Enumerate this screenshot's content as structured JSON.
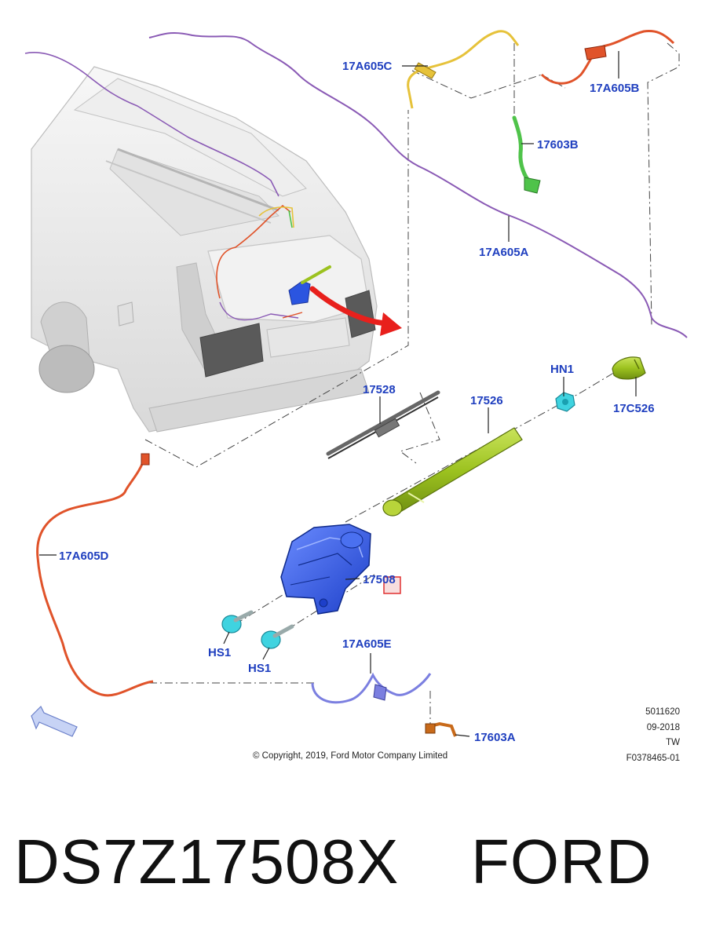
{
  "diagram": {
    "callouts": {
      "c_17a605c": "17A605C",
      "c_17a605b": "17A605B",
      "c_17603b": "17603B",
      "c_17a605a": "17A605A",
      "c_hn1": "HN1",
      "c_17528": "17528",
      "c_17526": "17526",
      "c_17c526": "17C526",
      "c_17a605d": "17A605D",
      "c_17508": "17508",
      "c_hs1_a": "HS1",
      "c_hs1_b": "HS1",
      "c_17a605e": "17A605E",
      "c_17603a": "17603A"
    },
    "meta": {
      "code": "5011620",
      "date": "09-2018",
      "initials": "TW",
      "figure_id": "F0378465-01"
    },
    "copyright": "© Copyright, 2019, Ford Motor Company Limited"
  },
  "caption": {
    "part_number": "DS7Z17508X",
    "brand": "FORD"
  },
  "colors": {
    "label_blue": "#1f3fbf",
    "harness_purple": "#8a5ab5",
    "harness_orange": "#e0532a",
    "harness_yellow": "#e6c23a",
    "harness_green": "#4fc34a",
    "motor_blue": "#2b55e0",
    "arm_green": "#9cc21f",
    "fastener_cyan": "#3fd3e0",
    "arrow_red": "#e8201c"
  }
}
